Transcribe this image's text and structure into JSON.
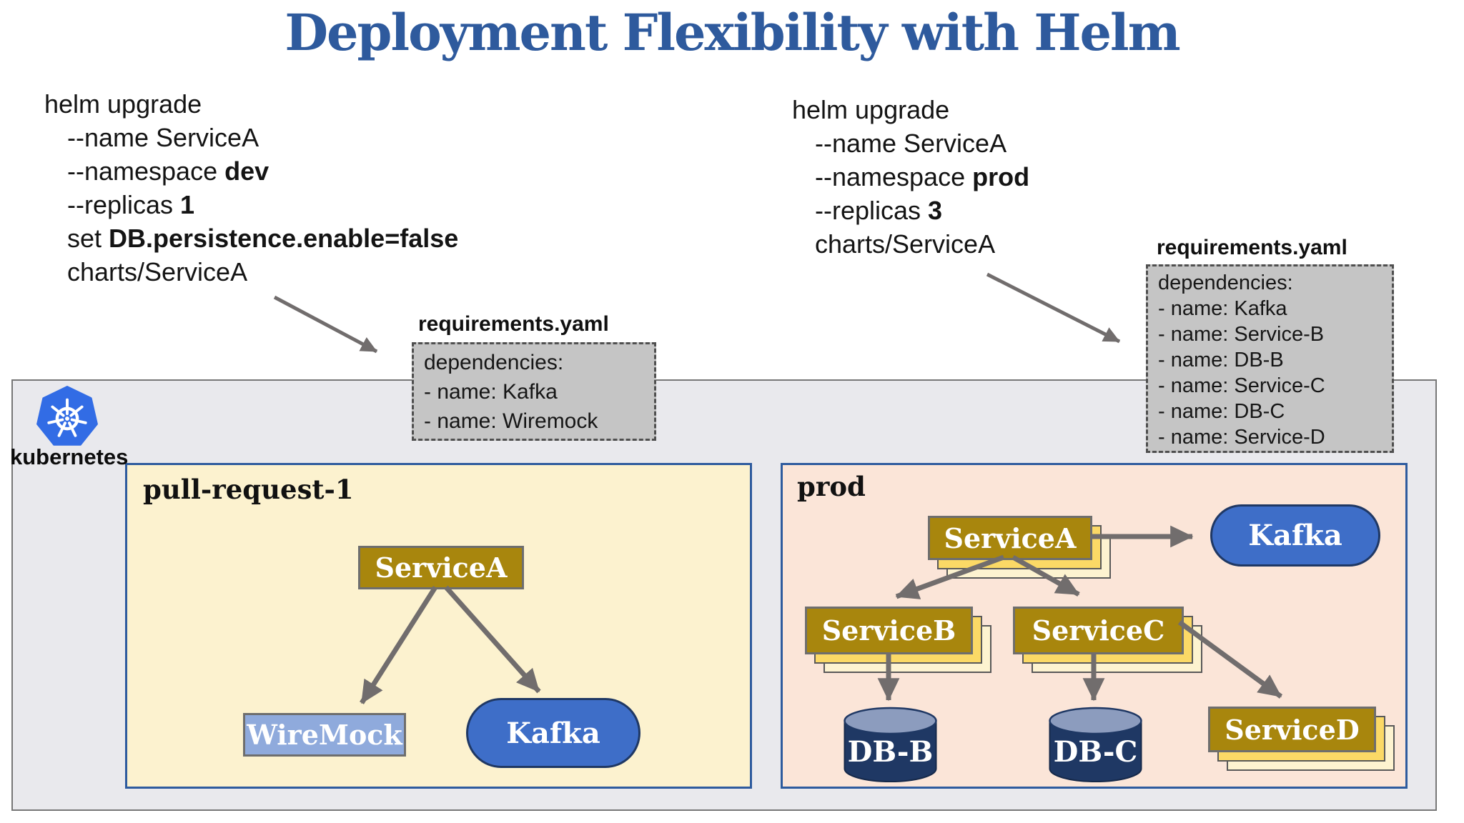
{
  "title": "Deployment Flexibility with Helm",
  "helm_dev": {
    "lines": [
      {
        "pre": "helm upgrade",
        "bold": ""
      },
      {
        "pre": "--name ServiceA",
        "bold": ""
      },
      {
        "pre": "--namespace ",
        "bold": "dev"
      },
      {
        "pre": "--replicas ",
        "bold": "1"
      },
      {
        "pre": "set ",
        "bold": "DB.persistence.enable=false"
      },
      {
        "pre": "charts/ServiceA",
        "bold": ""
      }
    ]
  },
  "helm_prod": {
    "lines": [
      {
        "pre": "helm upgrade",
        "bold": ""
      },
      {
        "pre": "--name ServiceA",
        "bold": ""
      },
      {
        "pre": "--namespace ",
        "bold": "prod"
      },
      {
        "pre": "--replicas ",
        "bold": "3"
      },
      {
        "pre": "charts/ServiceA",
        "bold": ""
      }
    ]
  },
  "req_dev": {
    "label": "requirements.yaml",
    "lines": [
      "dependencies:",
      "- name: Kafka",
      "- name: Wiremock"
    ]
  },
  "req_prod": {
    "label": "requirements.yaml",
    "lines": [
      "dependencies:",
      "- name: Kafka",
      "- name: Service-B",
      "- name: DB-B",
      "- name: Service-C",
      "- name: DB-C",
      "- name: Service-D"
    ]
  },
  "kubernetes": {
    "label": "kubernetes"
  },
  "pr1": {
    "title": "pull-request-1",
    "nodes": {
      "service_a": "ServiceA",
      "wiremock": "WireMock",
      "kafka": "Kafka"
    }
  },
  "prod": {
    "title": "prod",
    "nodes": {
      "service_a": "ServiceA",
      "service_b": "ServiceB",
      "service_c": "ServiceC",
      "service_d": "ServiceD",
      "kafka": "Kafka",
      "db_b": "DB-B",
      "db_c": "DB-C"
    }
  },
  "colors": {
    "title_blue": "#2E5A9D",
    "namespace_border_blue": "#2E5B9E",
    "gold_box": "#A8860D",
    "stack_mid_gold": "#FBD966",
    "stack_pale_gold": "#FDF3D0",
    "kafka_blue": "#3E6EC8",
    "wiremock_blue": "#8FAADC",
    "db_navy": "#1F3864",
    "db_top": "#8C9CBE",
    "arrow_gray": "#716D6D",
    "requirements_gray": "#C5C5C5",
    "cluster_gray": "#E9E9ED",
    "pr1_bg": "#FCF2CF",
    "prod_bg": "#FBE5D8",
    "kubernetes_blue": "#326CE5"
  }
}
